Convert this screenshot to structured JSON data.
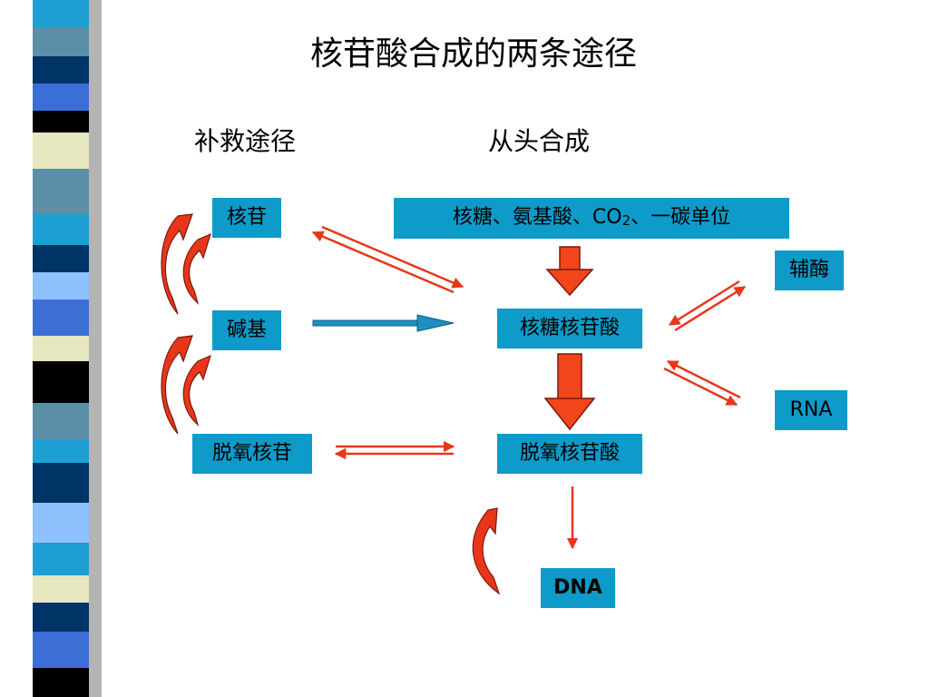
{
  "title": "核苷酸合成的两条途径",
  "salvage_label": "补救途径",
  "denovo_label": "从头合成",
  "boxes": {
    "nucleoside": "核苷",
    "base": "碱基",
    "deoxy_nucleoside": "脱氧核苷",
    "precursors_pre": "核糖、氨基酸、CO",
    "precursors_sub": "2",
    "precursors_post": "、一碳单位",
    "ribonucleotide": "核糖核苷酸",
    "deoxyribonucleotide": "脱氧核苷酸",
    "coenzyme": "辅酶",
    "rna": "RNA",
    "dna": "DNA"
  },
  "colors": {
    "box": "#0e9bc9",
    "arrow_red": "#e8361b",
    "arrow_blue": "#1f8fc0"
  }
}
